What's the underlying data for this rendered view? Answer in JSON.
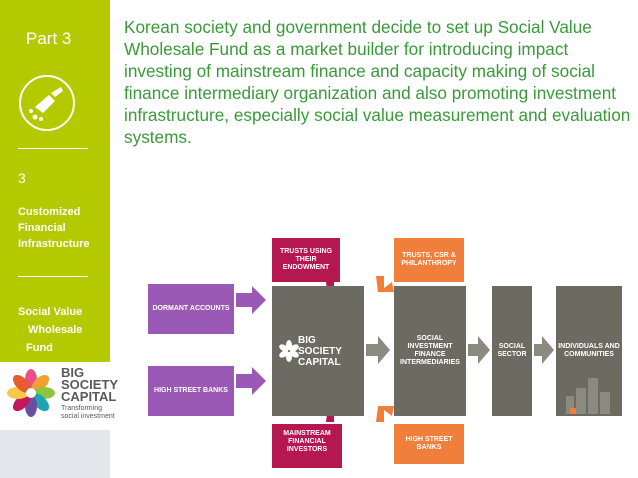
{
  "sidebar": {
    "part_label": "Part 3",
    "section_number": "3",
    "section_title": [
      "Customized",
      "Financial",
      "Infrastructure"
    ],
    "subsection_title": [
      "Social Value",
      "Wholesale",
      "Fund"
    ]
  },
  "logo": {
    "line1": "BIG",
    "line2": "SOCIETY",
    "line3": "CAPITAL",
    "tagline1": "Transforming",
    "tagline2": "social investment"
  },
  "heading": {
    "text": "Korean society and government decide to set up Social Value Wholesale Fund as a market builder for introducing impact investing of mainstream finance and capacity making of social finance intermediary organization and also promoting investment infrastructure, especially social value measurement and evaluation systems."
  },
  "diagram": {
    "trusts_endowment": "TRUSTS USING THEIR ENDOWMENT",
    "trusts_csr": "TRUSTS, CSR & PHILANTHROPY",
    "dormant": "DORMANT ACCOUNTS",
    "high_street_left": "HIGH STREET BANKS",
    "bsc1": "BIG",
    "bsc2": "SOCIETY",
    "bsc3": "CAPITAL",
    "sifi": "SOCIAL INVESTMENT FINANCE INTERMEDIARIES",
    "social_sector": "SOCIAL SECTOR",
    "individuals": "INDIVIDUALS AND COMMUNITIES",
    "mainstream": "MAINSTREAM FINANCIAL INVESTORS",
    "high_street_bottom": "HIGH STREET BANKS"
  },
  "colors": {
    "sidebar": "#b5c900",
    "heading_text": "#3a9a3a",
    "purple": "#9b59b6",
    "crimson": "#b5174f",
    "orange": "#f07f3c",
    "grey_box": "#6b6b62"
  }
}
